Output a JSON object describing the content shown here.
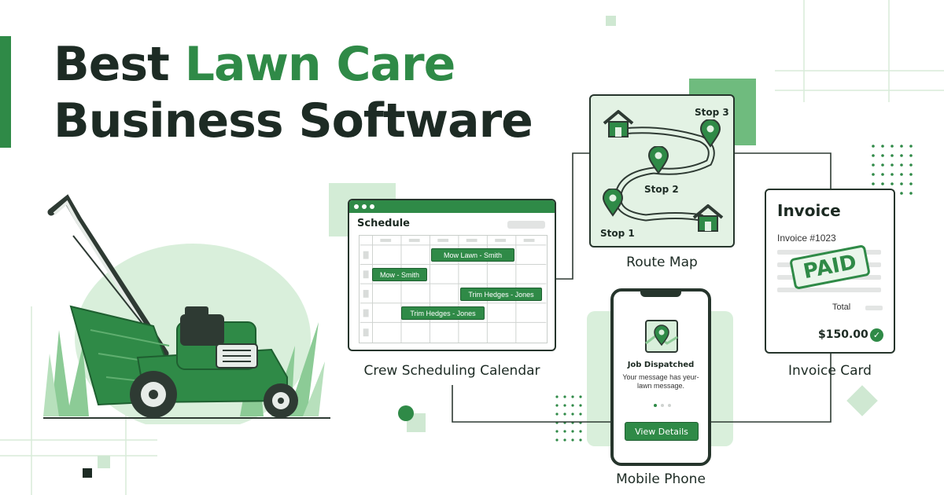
{
  "heading": {
    "line1_prefix": "Best ",
    "line1_highlight": "Lawn Care",
    "line2": "Business Software"
  },
  "schedule": {
    "title": "Schedule",
    "events": [
      "Mow Lawn - Smith",
      "Mow - Smith",
      "Trim Hedges - Jones",
      "Trim Hedges - Jones"
    ],
    "caption": "Crew Scheduling Calendar"
  },
  "route": {
    "stops": [
      "Stop 1",
      "Stop 2",
      "Stop 3"
    ],
    "caption": "Route Map"
  },
  "invoice": {
    "title": "Invoice",
    "number": "Invoice #1023",
    "stamp": "PAID",
    "total_label": "Total",
    "amount": "$150.00",
    "caption": "Invoice Card"
  },
  "phone": {
    "title": "Job Dispatched",
    "message": "Your message has yeur-lawn message.",
    "button": "View Details",
    "caption": "Mobile Phone"
  },
  "colors": {
    "brand_green": "#2f8a47",
    "dark": "#1d2b24",
    "light_green": "#d3ecd6"
  },
  "icons": [
    "house-icon",
    "map-pin-icon",
    "check-icon",
    "lawn-mower-illustration"
  ]
}
